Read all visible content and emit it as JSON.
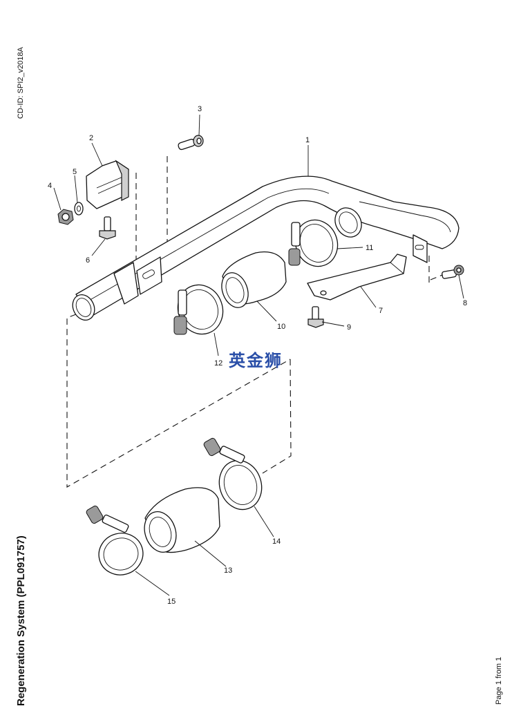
{
  "header": {
    "cd_id": "CD-ID: SPI2_v2018A"
  },
  "footer": {
    "title": "Regeneration System (PPL091757)",
    "page": "Page 1 from 1"
  },
  "watermark": {
    "text": "英金狮",
    "color": "#2a4fa8"
  },
  "callouts": [
    "1",
    "2",
    "3",
    "4",
    "5",
    "6",
    "7",
    "8",
    "9",
    "10",
    "11",
    "12",
    "13",
    "14",
    "15"
  ]
}
